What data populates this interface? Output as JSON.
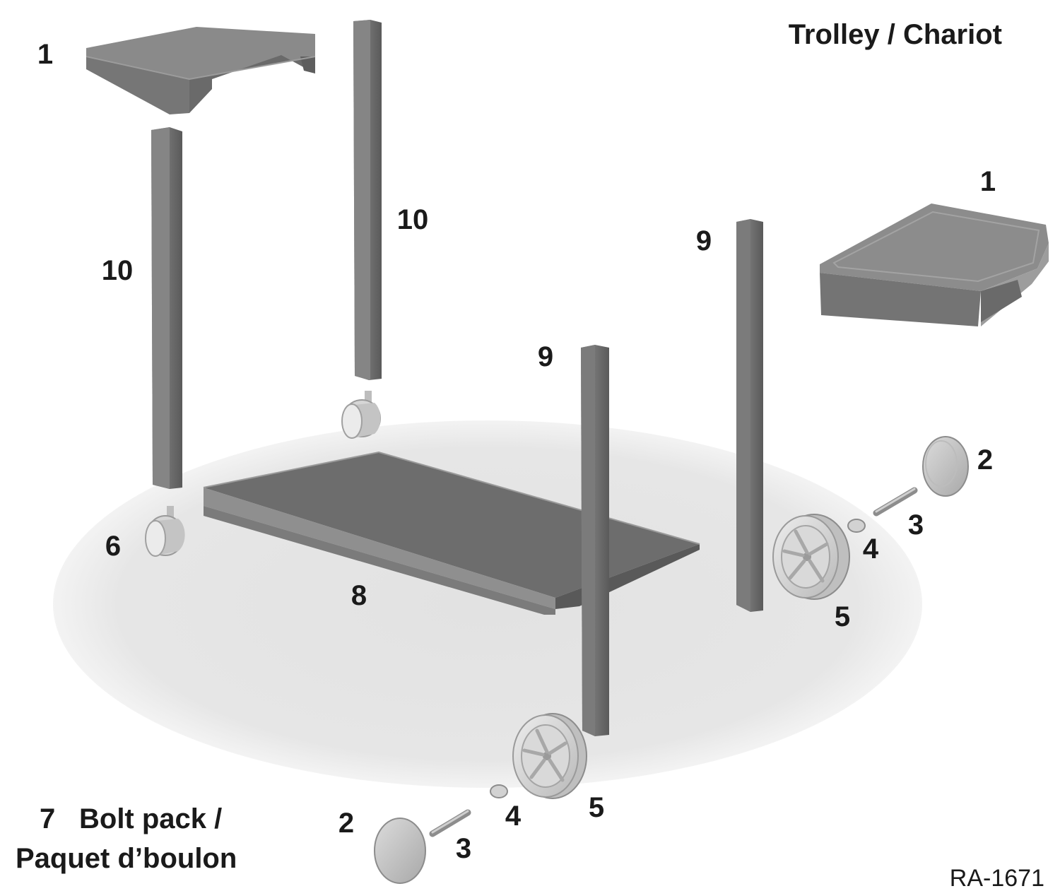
{
  "title": "Trolley / Chariot",
  "drawing_code": "RA-1671",
  "bolt_pack": {
    "number": "7",
    "line1": "Bolt pack /",
    "line2": "Paquet d’boulon"
  },
  "callouts": {
    "side_shelf_left": "1",
    "side_shelf_right": "1",
    "leg_back_left": "10",
    "leg_back_center": "10",
    "leg_front_right": "9",
    "leg_front_center": "9",
    "hubcap_right": "2",
    "hubcap_bottom": "2",
    "axle_right": "3",
    "axle_bottom": "3",
    "spacer_right": "4",
    "spacer_bottom": "4",
    "wheel_right": "5",
    "wheel_bottom": "5",
    "caster": "6",
    "bottom_shelf": "8"
  },
  "colors": {
    "part_face": "#7d7d7d",
    "part_dark": "#5e5e5e",
    "part_light": "#a9a9a9",
    "shadow": "#e4e4e4"
  }
}
